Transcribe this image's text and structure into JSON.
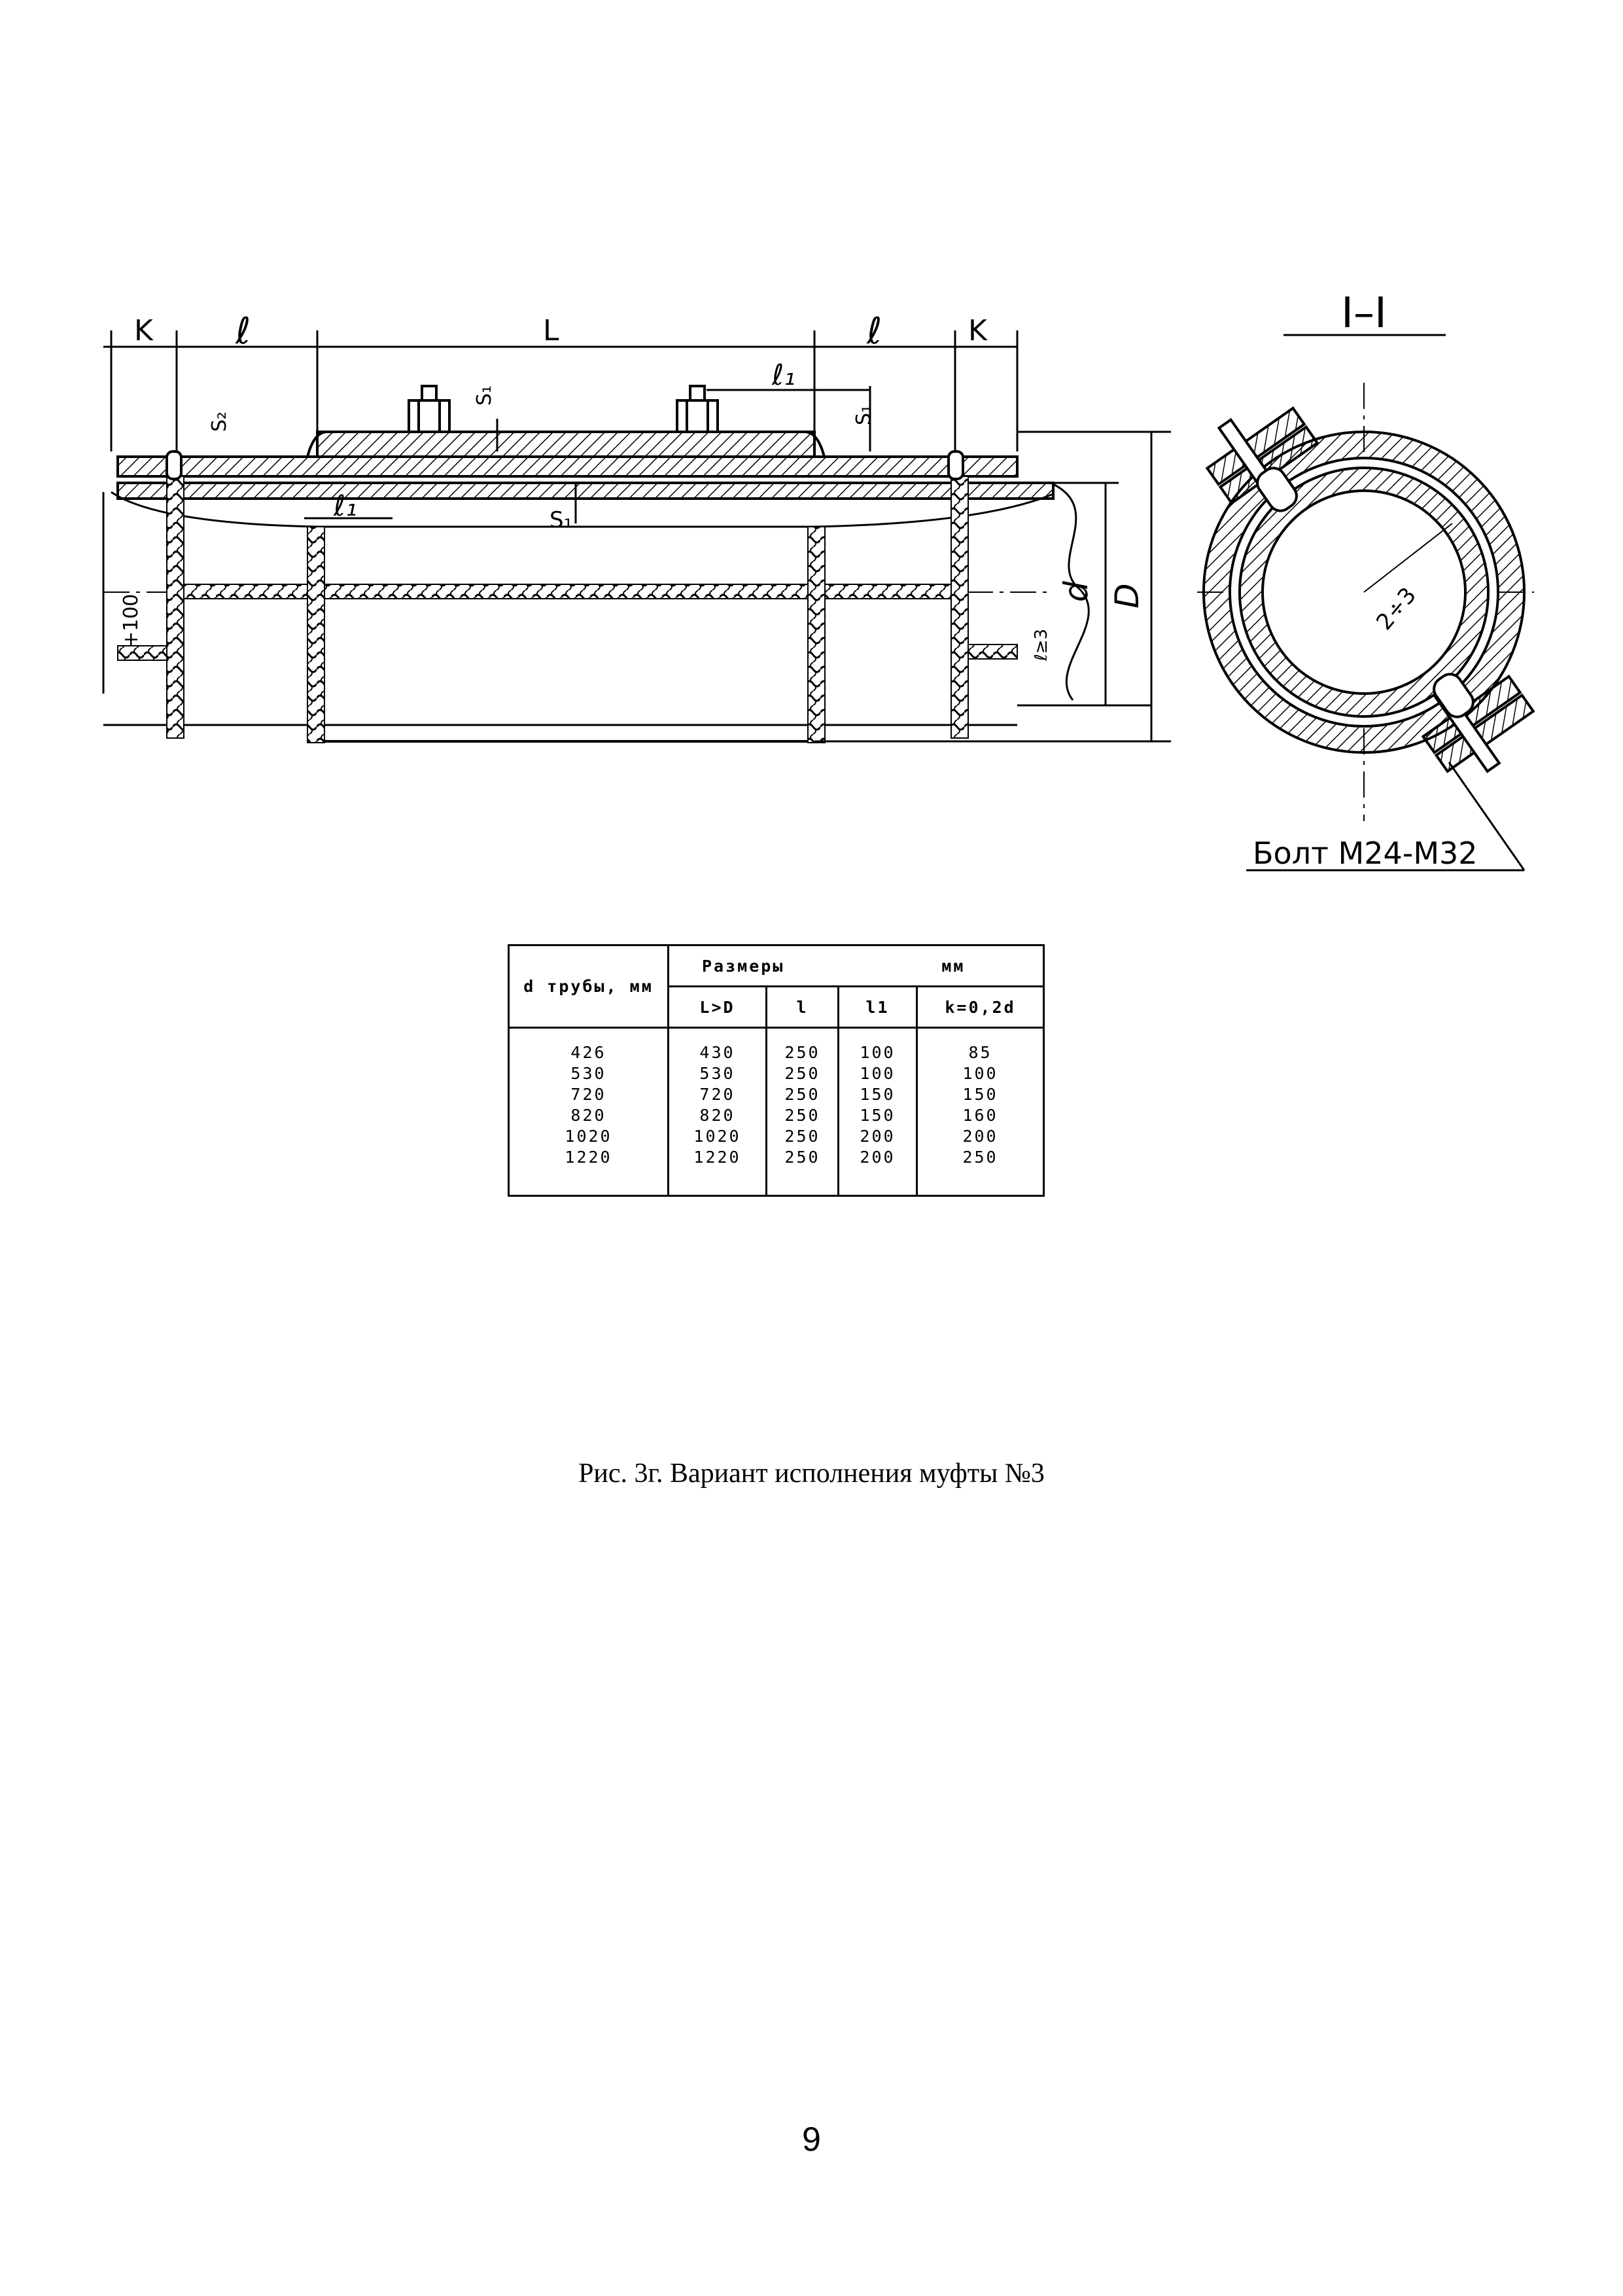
{
  "drawing": {
    "dimensions": {
      "k_left": "K",
      "l_left": "ℓ",
      "L": "L",
      "l_right": "ℓ",
      "k_right": "K",
      "l1_top": "ℓ₁",
      "l1_bottom": "ℓ₁",
      "s1_top_left": "S₁",
      "s1_top_right": "S₁",
      "s1_bottom": "S₁",
      "s2": "S₂",
      "offset_100": "+100",
      "d_small": "d",
      "D_large": "D",
      "l3": "ℓ≥3"
    },
    "section_label": "I–I",
    "weld_label": "2÷3",
    "bolt_label": "Болт  M24-M32"
  },
  "table": {
    "header_pipe": "d трубы, мм",
    "header_group": "Размеры",
    "header_unit": "мм",
    "columns": [
      "L>D",
      "l",
      "l1",
      "k=0,2d"
    ],
    "rows": [
      [
        "426",
        "430",
        "250",
        "100",
        "85"
      ],
      [
        "530",
        "530",
        "250",
        "100",
        "100"
      ],
      [
        "720",
        "720",
        "250",
        "150",
        "150"
      ],
      [
        "820",
        "820",
        "250",
        "150",
        "160"
      ],
      [
        "1020",
        "1020",
        "250",
        "200",
        "200"
      ],
      [
        "1220",
        "1220",
        "250",
        "200",
        "250"
      ]
    ]
  },
  "caption": "Рис. 3г. Вариант исполнения муфты №3",
  "page_number": "9"
}
